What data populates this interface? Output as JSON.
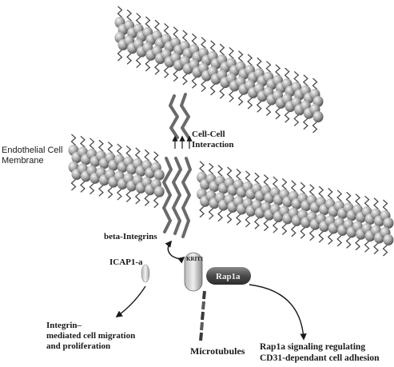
{
  "labels": {
    "cell_cell": [
      "Cell-Cell",
      "Interaction"
    ],
    "endothelial": [
      "Endothelial Cell",
      "Membrane"
    ],
    "beta_integrins": "beta-Integrins",
    "icap1a": "ICAP1-a",
    "krit1": "KRIT1",
    "rap1a": "Rap1a",
    "integrin_note": [
      "Integrin–",
      "mediated cell migration",
      "and proliferation"
    ],
    "microtubules": "Microtubules",
    "rap1a_signaling": [
      "Rap1a signaling regulating",
      "CD31-dependant cell adhesion"
    ]
  },
  "colors": {
    "lipid_head": "#9a9a9a",
    "tail": "#4a4a4a",
    "integrin": "#6a6a6a",
    "rap1a": "#555555",
    "text": "#1a1a1a"
  }
}
